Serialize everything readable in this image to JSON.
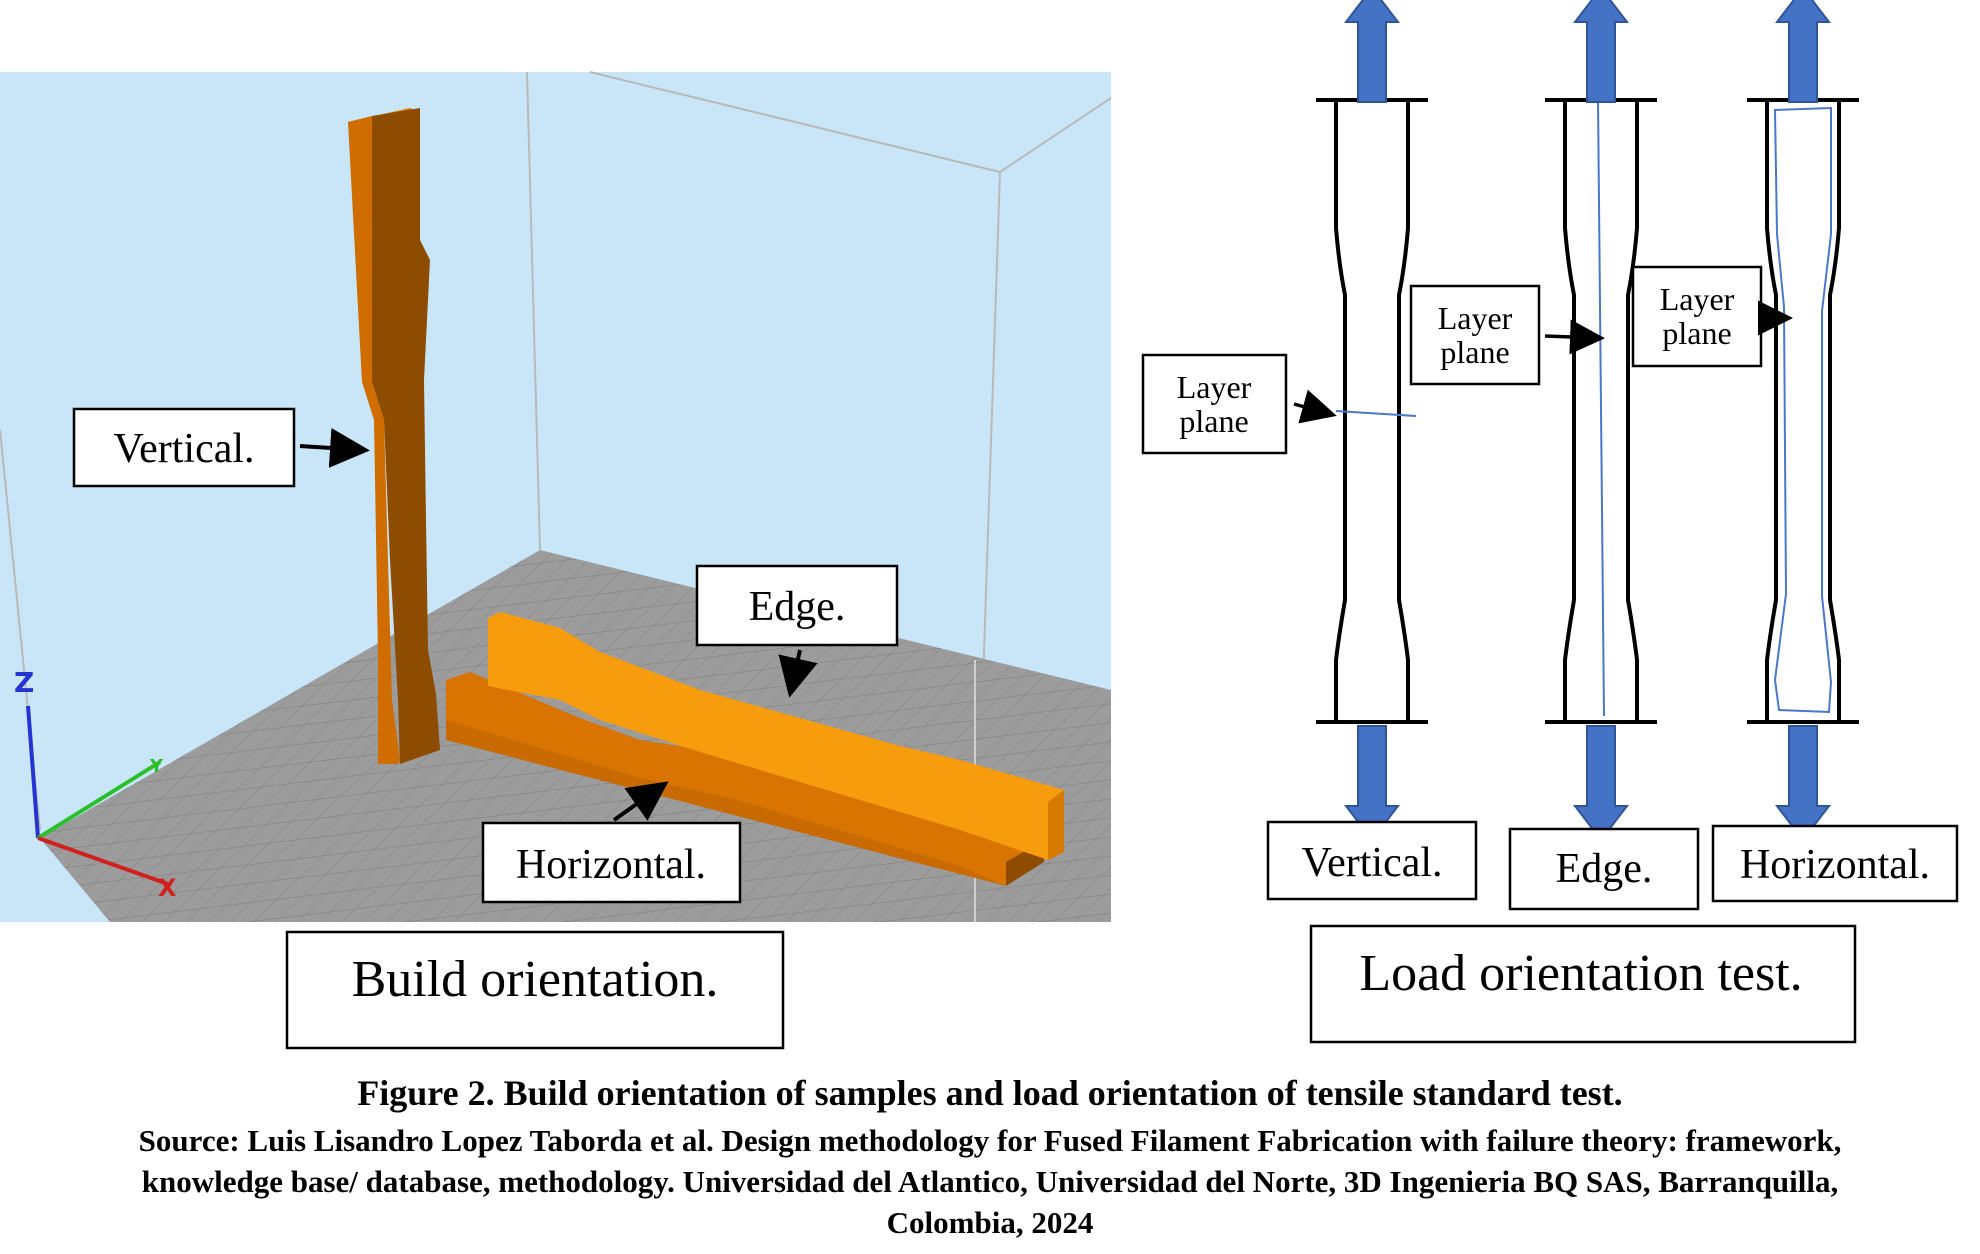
{
  "figure": {
    "left_panel": {
      "title": "Build orientation.",
      "labels": {
        "vertical": "Vertical.",
        "edge": "Edge.",
        "horizontal": "Horizontal."
      },
      "axes": {
        "z": "Z",
        "y": "Y",
        "x": "X"
      },
      "colors": {
        "background": "#c9e6f8",
        "bed": "#9a9a9a",
        "specimen_light": "#f59a10",
        "specimen_mid": "#d26f00",
        "specimen_dark": "#8b4b00"
      }
    },
    "right_panel": {
      "title": "Load orientation test.",
      "layer_plane_label_line1": "Layer",
      "layer_plane_label_line2": "plane",
      "specimens": [
        {
          "name": "Vertical.",
          "layer": "transverse"
        },
        {
          "name": "Edge.",
          "layer": "longitudinal-line"
        },
        {
          "name": "Horizontal.",
          "layer": "outline"
        }
      ],
      "colors": {
        "arrow": "#4472c4",
        "layer_line": "#4a78c8"
      }
    },
    "caption": {
      "title": "Figure 2. Build orientation of samples and load orientation of tensile standard test.",
      "source_line1": "Source: Luis Lisandro Lopez Taborda et al. Design methodology for Fused Filament Fabrication with failure theory: framework,",
      "source_line2": "knowledge base/ database, methodology. Universidad del Atlantico, Universidad del Norte, 3D Ingenieria BQ SAS, Barranquilla,",
      "source_line3": "Colombia, 2024"
    }
  }
}
